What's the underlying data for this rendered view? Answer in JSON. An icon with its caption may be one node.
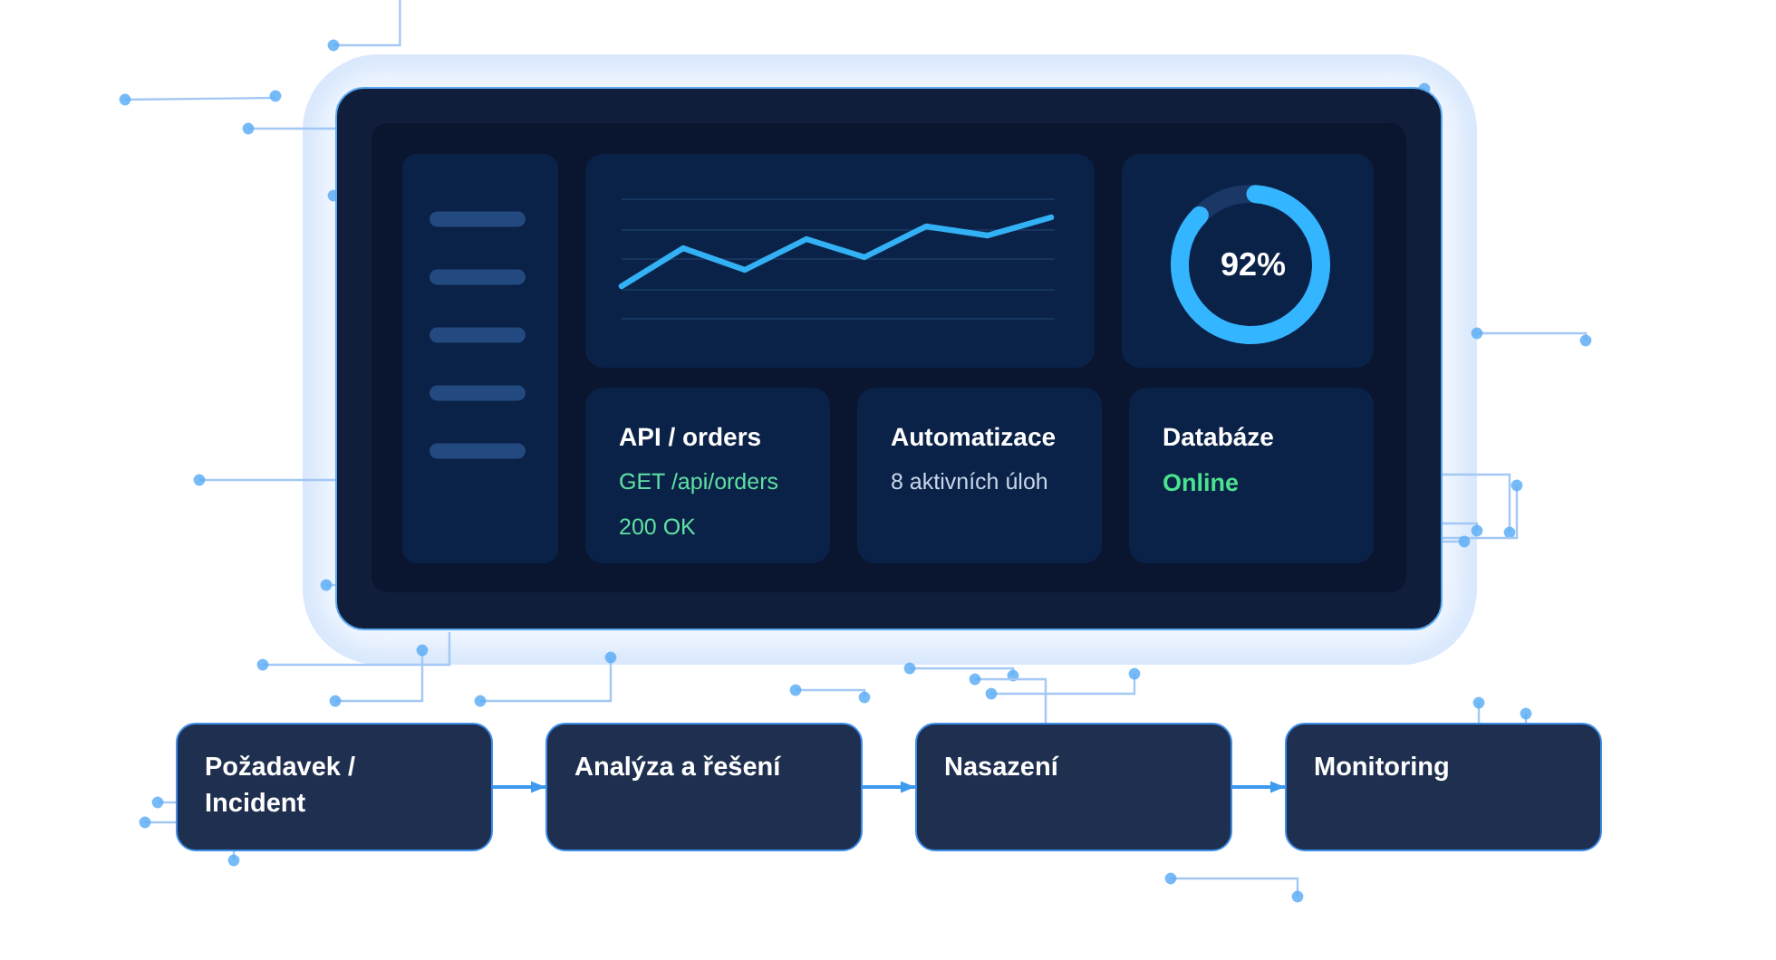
{
  "diagram": {
    "nodes": [
      {
        "text": [],
        "shape": "box"
      },
      {
        "text": [
          "92%"
        ],
        "in": 0
      },
      {
        "text": [
          "API / orders",
          "GET /api/orders",
          "200 OK"
        ],
        "in": 0
      },
      {
        "text": [
          "Automatizace",
          "8 aktivních úloh"
        ],
        "in": 0
      },
      {
        "text": [
          "Databáze",
          "Online"
        ],
        "in": 0
      },
      {
        "text": [
          "Požadavek / Incident"
        ]
      },
      {
        "text": [
          "Analýza a řešení"
        ]
      },
      {
        "text": [
          "Nasazení"
        ]
      },
      {
        "text": [
          "Monitoring"
        ]
      }
    ],
    "edges": [
      {
        "from": 5,
        "to": 6,
        "arrow": "to"
      },
      {
        "from": 6,
        "to": 7,
        "arrow": "to"
      },
      {
        "from": 7,
        "to": 8,
        "arrow": "to"
      }
    ]
  }
}
